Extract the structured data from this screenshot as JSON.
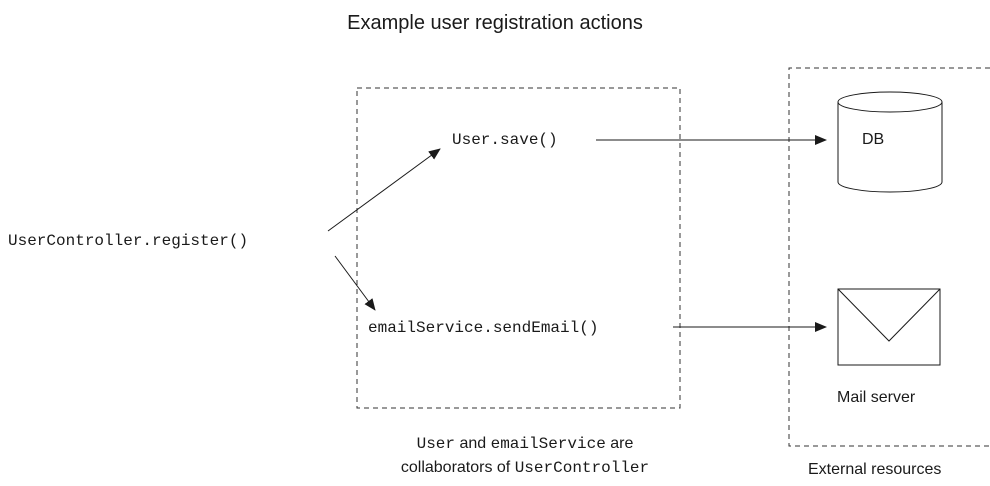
{
  "title": "Example user registration actions",
  "entry_function": "UserController.register()",
  "collaborators": {
    "save_call": "User.save()",
    "send_email_call": "emailService.sendEmail()"
  },
  "external_resources": {
    "db_label": "DB",
    "mail_label": "Mail server",
    "caption": "External resources"
  },
  "caption": {
    "part1": "User",
    "part2": " and ",
    "part3": "emailService",
    "part4": " are",
    "part5": "collaborators of ",
    "part6": "UserController"
  }
}
